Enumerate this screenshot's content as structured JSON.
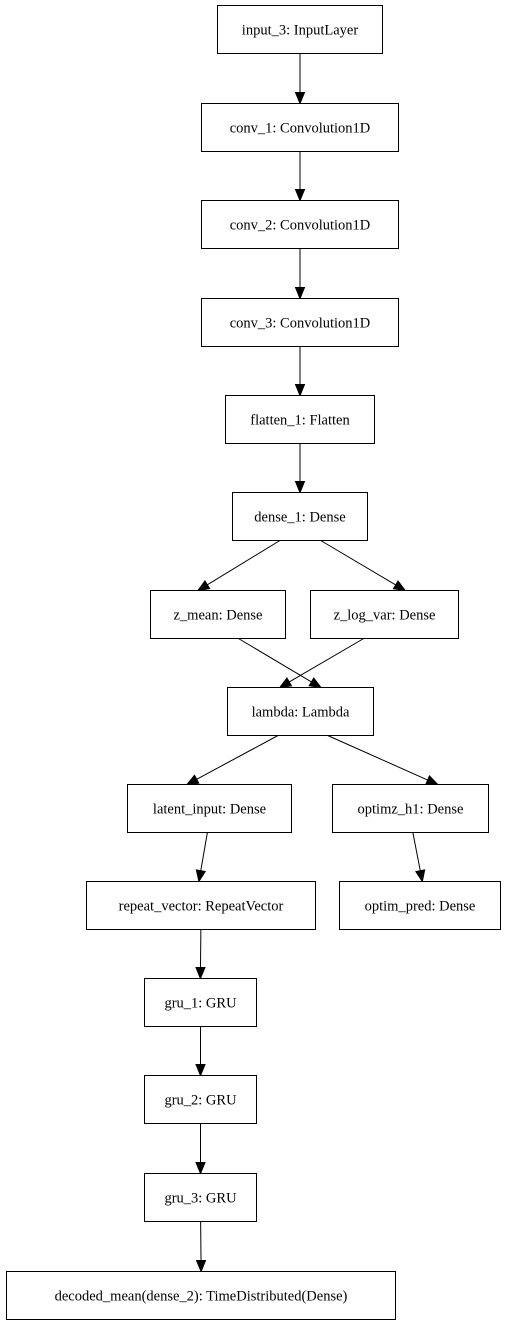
{
  "diagram": {
    "nodes": {
      "input_3": "input_3: InputLayer",
      "conv_1": "conv_1: Convolution1D",
      "conv_2": "conv_2: Convolution1D",
      "conv_3": "conv_3: Convolution1D",
      "flatten_1": "flatten_1: Flatten",
      "dense_1": "dense_1: Dense",
      "z_mean": "z_mean: Dense",
      "z_log_var": "z_log_var: Dense",
      "lambda": "lambda: Lambda",
      "latent_input": "latent_input: Dense",
      "optimz_h1": "optimz_h1: Dense",
      "repeat_vector": "repeat_vector: RepeatVector",
      "optim_pred": "optim_pred: Dense",
      "gru_1": "gru_1: GRU",
      "gru_2": "gru_2: GRU",
      "gru_3": "gru_3: GRU",
      "decoded_mean": "decoded_mean(dense_2): TimeDistributed(Dense)"
    },
    "edges": [
      [
        "input_3",
        "conv_1"
      ],
      [
        "conv_1",
        "conv_2"
      ],
      [
        "conv_2",
        "conv_3"
      ],
      [
        "conv_3",
        "flatten_1"
      ],
      [
        "flatten_1",
        "dense_1"
      ],
      [
        "dense_1",
        "z_mean"
      ],
      [
        "dense_1",
        "z_log_var"
      ],
      [
        "z_mean",
        "lambda"
      ],
      [
        "z_log_var",
        "lambda"
      ],
      [
        "lambda",
        "latent_input"
      ],
      [
        "lambda",
        "optimz_h1"
      ],
      [
        "latent_input",
        "repeat_vector"
      ],
      [
        "optimz_h1",
        "optim_pred"
      ],
      [
        "repeat_vector",
        "gru_1"
      ],
      [
        "gru_1",
        "gru_2"
      ],
      [
        "gru_2",
        "gru_3"
      ],
      [
        "gru_3",
        "decoded_mean"
      ]
    ]
  }
}
